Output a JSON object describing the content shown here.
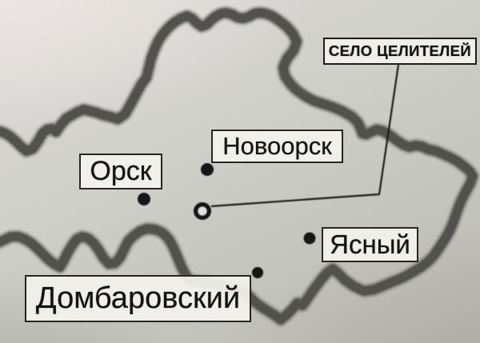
{
  "map": {
    "settlements": [
      {
        "name": "Орск",
        "marker": "filled-dot"
      },
      {
        "name": "Новоорск",
        "marker": "filled-dot"
      },
      {
        "name": "Ясный",
        "marker": "filled-dot"
      },
      {
        "name": "Домбаровский",
        "marker": "filled-dot"
      }
    ],
    "callout": {
      "label": "СЕЛО ЦЕЛИТЕЛЕЙ",
      "marker": "open-circle"
    },
    "colors": {
      "boundary": "#54534f",
      "marker": "#151513",
      "paper": "#cfcfca",
      "label_border": "#262624",
      "label_background": "#f3f2ee"
    }
  }
}
